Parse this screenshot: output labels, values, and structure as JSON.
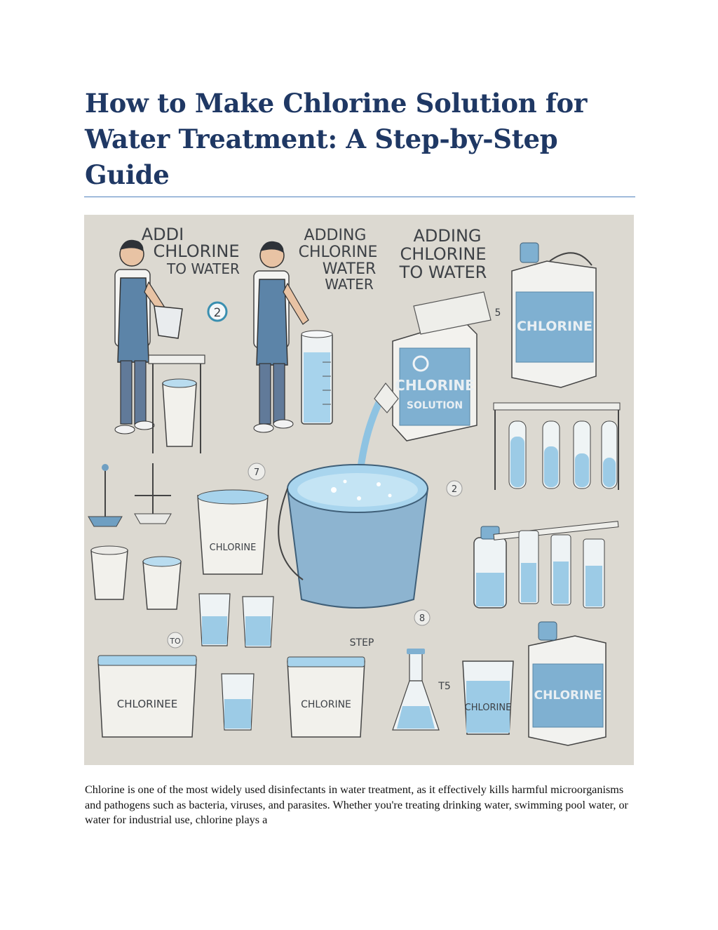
{
  "document": {
    "title": "How to Make Chlorine Solution for Water Treatment: A Step-by-Step Guide",
    "intro_paragraph": "Chlorine is one of the most widely used disinfectants in water treatment, as it effectively kills harmful microorganisms and pathogens such as bacteria, viruses, and parasites. Whether you're treating drinking water, swimming pool water, or water for industrial use, chlorine plays a"
  },
  "illustration": {
    "headings": {
      "h1_line1": "ADDI",
      "h1_line2": "CHLORINE",
      "h1_line3": "TO WATER",
      "h2_line1": "ADDING",
      "h2_line2": "CHLORINE",
      "h2_line3": "WATER",
      "h2_line4": "WATER",
      "h3_line1": "ADDING",
      "h3_line2": "CHLORINE",
      "h3_line3": "TO WATER"
    },
    "step_markers": {
      "circle_2": "2",
      "m5": "5",
      "m7": "7",
      "m2b": "2",
      "m8": "8",
      "to": "TO",
      "step": "STEP",
      "t5": "T5"
    },
    "product_labels": {
      "jug_top": "CHLORINE",
      "box_main": "CHLORINE",
      "box_sub": "SOLUTION",
      "tub_small": "CHLORINE",
      "tub_left": "CHLORINEE",
      "tub_mid": "CHLORINE",
      "beaker_right": "CHLORINE",
      "jug_bottom": "CHLORINE"
    },
    "colors": {
      "title": "#1f3864",
      "rule": "#4f81bd",
      "water": "#8ec3e2",
      "background": "#dddad2"
    }
  }
}
